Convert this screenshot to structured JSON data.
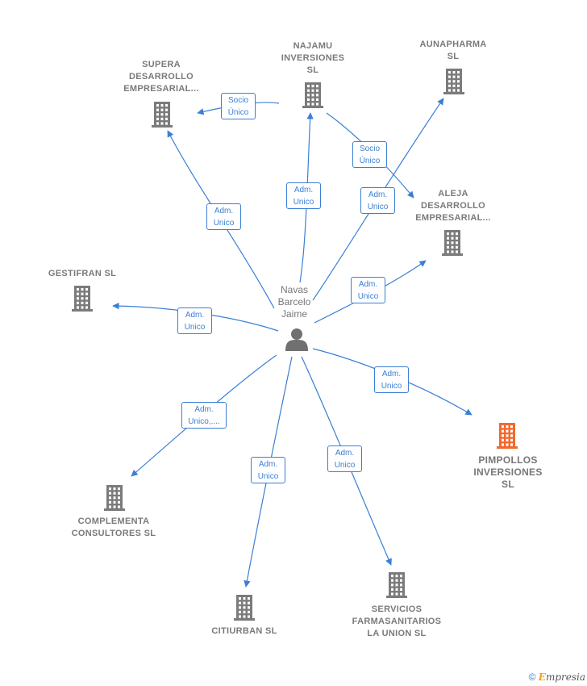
{
  "center": {
    "name": "Navas\nBarcelo\nJaime",
    "icon": "person-icon"
  },
  "colors": {
    "edge": "#3a7fd5",
    "building": "#7b7b7b",
    "highlight": "#f26a2e"
  },
  "nodes": [
    {
      "id": "supera",
      "label": "SUPERA\nDESARROLLO\nEMPRESARIAL...",
      "icon": "building-icon",
      "highlight": false
    },
    {
      "id": "najamu",
      "label": "NAJAMU\nINVERSIONES\nSL",
      "icon": "building-icon",
      "highlight": false
    },
    {
      "id": "aunapharma",
      "label": "AUNAPHARMA\nSL",
      "icon": "building-icon",
      "highlight": false
    },
    {
      "id": "aleja",
      "label": "ALEJA\nDESARROLLO\nEMPRESARIAL...",
      "icon": "building-icon",
      "highlight": false
    },
    {
      "id": "gestifran",
      "label": "GESTIFRAN SL",
      "icon": "building-icon",
      "highlight": false
    },
    {
      "id": "pimpollos",
      "label": "PIMPOLLOS\nINVERSIONES\nSL",
      "icon": "building-icon",
      "highlight": true
    },
    {
      "id": "complementa",
      "label": "COMPLEMENTA\nCONSULTORES SL",
      "icon": "building-icon",
      "highlight": false
    },
    {
      "id": "citiurban",
      "label": "CITIURBAN SL",
      "icon": "building-icon",
      "highlight": false
    },
    {
      "id": "servicios",
      "label": "SERVICIOS\nFARMASANITARIOS\nLA UNION  SL",
      "icon": "building-icon",
      "highlight": false
    }
  ],
  "edges": [
    {
      "from": "center",
      "to": "supera",
      "label": "Adm.\nUnico"
    },
    {
      "from": "center",
      "to": "najamu",
      "label": "Adm.\nUnico"
    },
    {
      "from": "center",
      "to": "aunapharma",
      "label": "Adm.\nUnico"
    },
    {
      "from": "center",
      "to": "aleja",
      "label": "Adm.\nUnico"
    },
    {
      "from": "center",
      "to": "gestifran",
      "label": "Adm.\nUnico"
    },
    {
      "from": "center",
      "to": "pimpollos",
      "label": "Adm.\nUnico"
    },
    {
      "from": "center",
      "to": "complementa",
      "label": "Adm.\nUnico,...."
    },
    {
      "from": "center",
      "to": "citiurban",
      "label": "Adm.\nUnico"
    },
    {
      "from": "center",
      "to": "servicios",
      "label": "Adm.\nUnico"
    },
    {
      "from": "najamu",
      "to": "supera",
      "label": "Socio\nÚnico"
    },
    {
      "from": "najamu",
      "to": "aleja",
      "label": "Socio\nÚnico"
    }
  ],
  "footer": {
    "copyright": "©",
    "brand_initial": "E",
    "brand_rest": "mpresia"
  }
}
